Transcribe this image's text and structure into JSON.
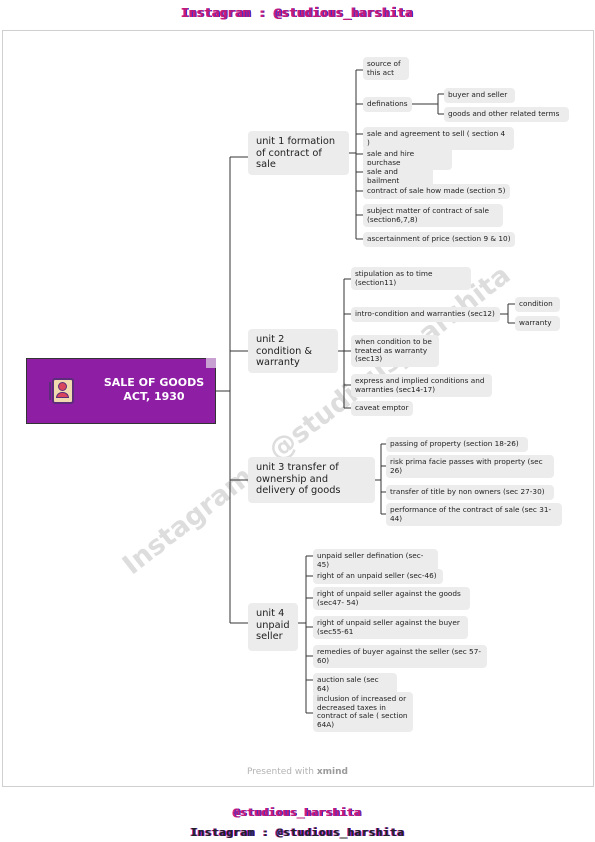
{
  "header_top": "Instagram : @studious_harshita",
  "footer_handle": "@studious_harshita",
  "footer_instagram": "Instagram : @studious_harshita",
  "watermark": "Instagram : @studious_harshita",
  "presented_prefix": "Presented with",
  "presented_brand": "xmind",
  "root": {
    "title_line1": "SALE OF GOODS",
    "title_line2": "ACT, 1930",
    "color": "#8e1fa5",
    "icon": "address-book-icon"
  },
  "units": [
    {
      "label": "unit 1 formation of contract of sale",
      "items": [
        {
          "label": "source of this act"
        },
        {
          "label": "definations",
          "children": [
            {
              "label": "buyer and seller"
            },
            {
              "label": "goods and other related terms"
            }
          ]
        },
        {
          "label": "sale and agreement to sell ( section 4 )"
        },
        {
          "label": "sale and hire purchase"
        },
        {
          "label": "sale and bailment"
        },
        {
          "label": "contract of sale how made (section 5)"
        },
        {
          "label": "subject matter of contract of sale (section6,7,8)"
        },
        {
          "label": "ascertainment of price (section 9 & 10)"
        }
      ]
    },
    {
      "label": "unit 2 condition & warranty",
      "items": [
        {
          "label": "stipulation as to time (section11)"
        },
        {
          "label": "intro-condition and warranties (sec12)",
          "children": [
            {
              "label": "condition"
            },
            {
              "label": "warranty"
            }
          ]
        },
        {
          "label": "when condition to be treated as warranty (sec13)"
        },
        {
          "label": "express and implied conditions and warranties (sec14-17)"
        },
        {
          "label": "caveat emptor"
        }
      ]
    },
    {
      "label": "unit 3 transfer of ownership and delivery of goods",
      "items": [
        {
          "label": "passing of property (section 18-26)"
        },
        {
          "label": "risk prima facie passes with property (sec 26)"
        },
        {
          "label": "transfer of title by non owners (sec 27-30)"
        },
        {
          "label": "performance of the contract of sale (sec 31-44)"
        }
      ]
    },
    {
      "label": "unit 4 unpaid seller",
      "items": [
        {
          "label": "unpaid seller defination (sec-45)"
        },
        {
          "label": "right of an unpaid seller (sec-46)"
        },
        {
          "label": "right of unpaid seller against the goods (sec47- 54)"
        },
        {
          "label": "right of unpaid seller against the buyer (sec55-61"
        },
        {
          "label": "remedies of buyer against the seller (sec 57-60)"
        },
        {
          "label": "auction sale (sec 64)"
        },
        {
          "label": "inclusion of increased or decreased taxes in contract of sale ( section 64A)"
        }
      ]
    }
  ]
}
